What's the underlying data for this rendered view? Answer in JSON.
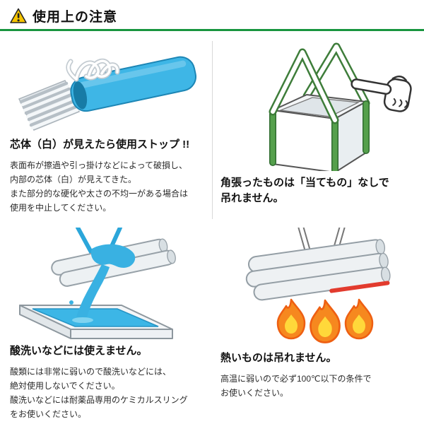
{
  "header": {
    "title": "使用上の注意"
  },
  "icons": {
    "header_icon": "warning-triangle-icon",
    "hand_icon": "pointing-hand-icon"
  },
  "colors": {
    "accent_green": "#18953f",
    "warning_yellow": "#f5c400",
    "sling_blue": "#3eb6e6",
    "strap_green": "#55a04c",
    "flame_orange": "#f6881f",
    "flame_yellow": "#ffd83a"
  },
  "sections": [
    {
      "id": "core-visible-stop",
      "title": "芯体（白）が見えたら使用ストップ !!",
      "body": "表面布が擦過や引っ掛けなどによって破損し、\n内部の芯体（白）が見えてきた。\nまた部分的な硬化や太さの不均一がある場合は\n使用を中止してください。"
    },
    {
      "id": "sharp-edges",
      "title": "角張ったものは「当てもの」なしで\n吊れません。",
      "body": ""
    },
    {
      "id": "no-acid",
      "title": "酸洗いなどには使えません。",
      "body": "酸類には非常に弱いので酸洗いなどには、\n絶対使用しないでください。\n酸洗いなどには耐薬品専用のケミカルスリング\nをお使いください。"
    },
    {
      "id": "no-heat",
      "title": "熱いものは吊れません。",
      "body": "高温に弱いので必ず100℃以下の条件で\nお使いください。"
    }
  ]
}
